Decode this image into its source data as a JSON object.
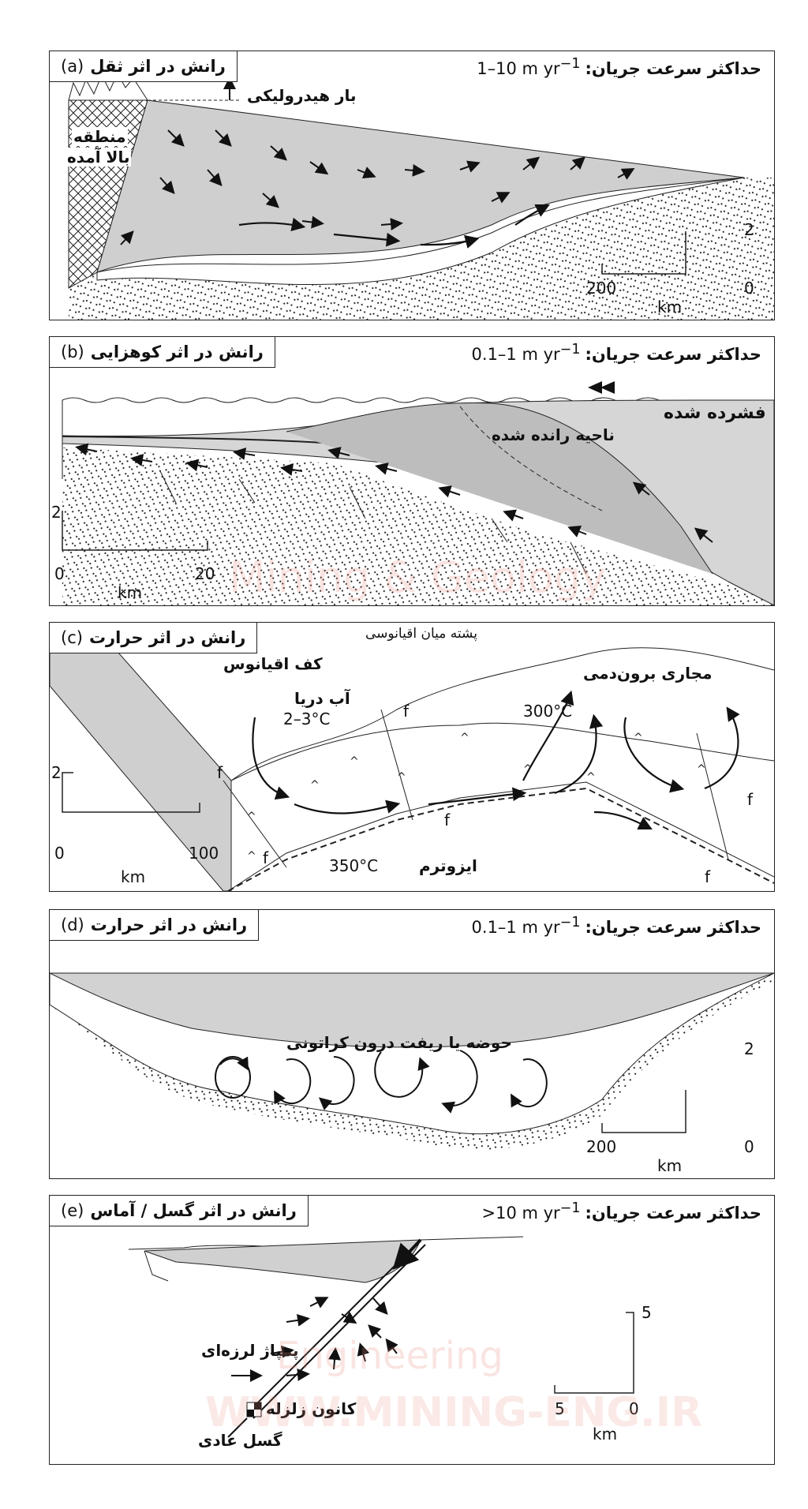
{
  "panels": {
    "a": {
      "letter": "(a)",
      "title": "رانش در اثر ثقل",
      "rate_label": "حداکثر سرعت جریان:",
      "rate_value": "1–10 m yr",
      "rate_exp": "−1",
      "labels": {
        "hydraulic_head": "بار هیدرولیکی",
        "uplift_1": "منطقه",
        "uplift_2": "بالا آمده"
      },
      "scale": {
        "vertical": "2",
        "h_left": "200",
        "h_right": "0",
        "unit": "km"
      }
    },
    "b": {
      "letter": "(b)",
      "title": "رانش در اثر کوهزایی",
      "rate_label": "حداکثر سرعت جریان:",
      "rate_value": "0.1–1 m yr",
      "rate_exp": "−1",
      "labels": {
        "compressed": "فشرده شده",
        "thrust_zone": "ناحیه رانده شده"
      },
      "scale": {
        "vertical": "2",
        "h_left": "0",
        "h_right": "20",
        "unit": "km"
      }
    },
    "c": {
      "letter": "(c)",
      "title": "رانش در اثر حرارت",
      "labels": {
        "mid_ocean_ridge": "پشته میان اقیانوسی",
        "ocean_floor": "کف اقیانوس",
        "vents": "مجاری برون‌دمی",
        "seawater": "آب دریا",
        "seawater_temp": "2–3°C",
        "hot_temp": "300°C",
        "isotherm_temp": "350°C",
        "isotherm": "ایزوترم",
        "fault": "f"
      },
      "scale": {
        "vertical": "2",
        "h_left": "0",
        "h_right": "100",
        "unit": "km"
      }
    },
    "d": {
      "letter": "(d)",
      "title": "رانش در اثر حرارت",
      "rate_label": "حداکثر سرعت جریان:",
      "rate_value": "0.1–1 m yr",
      "rate_exp": "−1",
      "labels": {
        "basin": "حوضه یا ریفت درون کراتونی"
      },
      "scale": {
        "vertical": "2",
        "h_left": "200",
        "h_right": "0",
        "unit": "km"
      }
    },
    "e": {
      "letter": "(e)",
      "title": "رانش در اثر گسل / آماس",
      "rate_label": "حداکثر سرعت جریان:",
      "rate_value": ">10 m yr",
      "rate_exp": "−1",
      "labels": {
        "seismic_pump": "پمپاژ لرزه‌ای",
        "hypocenter": "کانون زلزله",
        "normal_fault": "گسل عادی"
      },
      "scale": {
        "vertical": "5",
        "h_left": "5",
        "h_right": "0",
        "unit": "km"
      }
    }
  },
  "watermark": {
    "line1": "Mining & Geology",
    "line2": "Engineering",
    "line3": "WWW.MINING-ENG.IR",
    "color": "#e8887a"
  }
}
